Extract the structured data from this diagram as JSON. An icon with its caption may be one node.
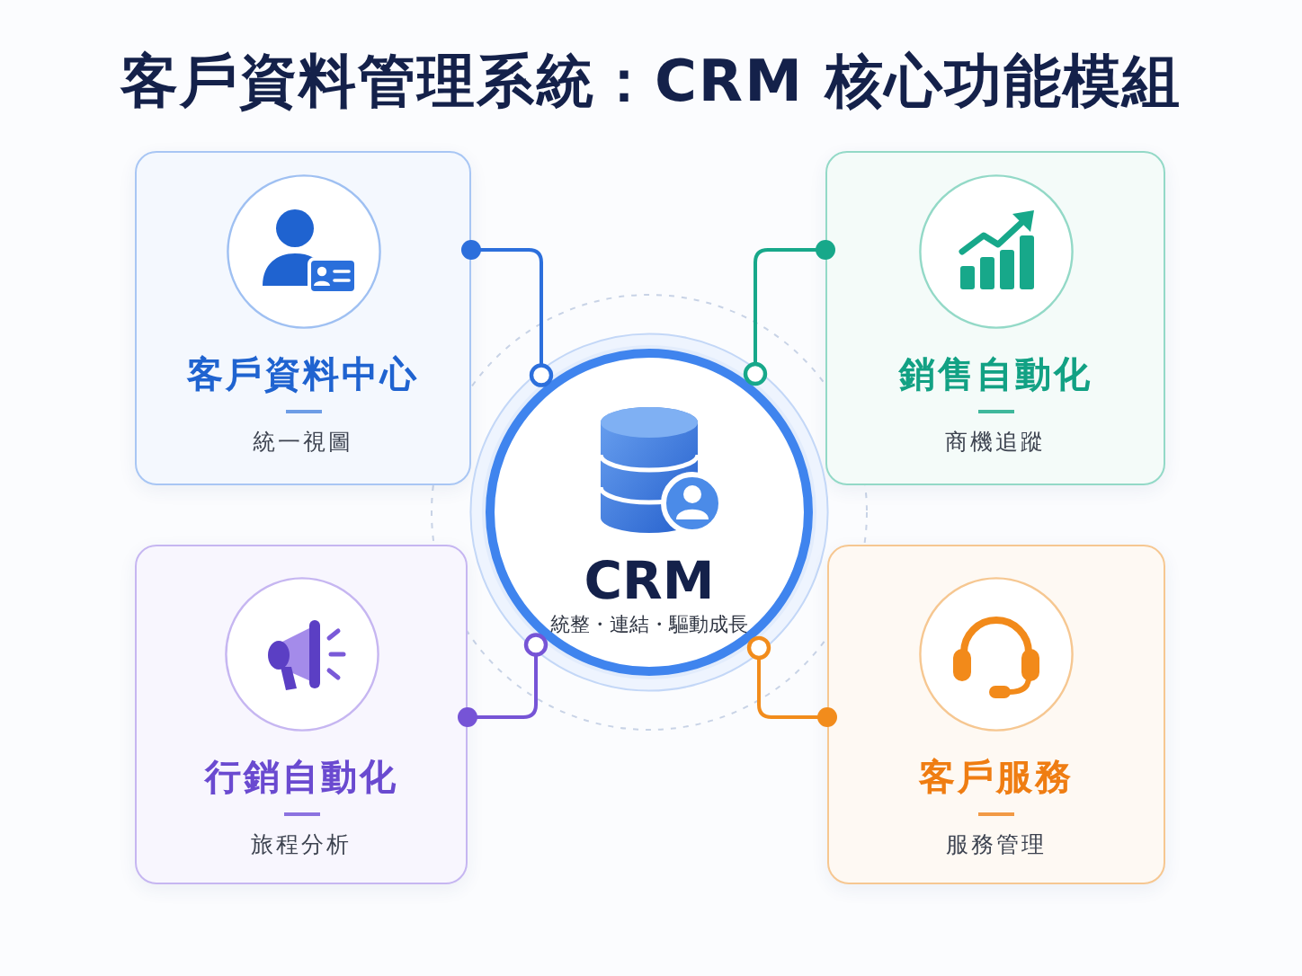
{
  "diagram": {
    "title": "客戶資料管理系統：CRM 核心功能模組",
    "nodes": [
      {
        "text": [
          "客戶資料中心",
          "統一視圖"
        ]
      },
      {
        "text": [
          "銷售自動化",
          "商機追蹤"
        ]
      },
      {
        "text": [
          "CRM",
          "統整・連結・驅動成長"
        ]
      },
      {
        "text": [
          "行銷自動化",
          "旅程分析"
        ]
      },
      {
        "text": [
          "客戶服務",
          "服務管理"
        ]
      }
    ],
    "edges": [
      {
        "from": 0,
        "to": 2,
        "arrow": "other",
        "color": "#2c6fdc"
      },
      {
        "from": 1,
        "to": 2,
        "arrow": "other",
        "color": "#17a88a"
      },
      {
        "from": 3,
        "to": 2,
        "arrow": "other",
        "color": "#7654d6"
      },
      {
        "from": 4,
        "to": 2,
        "arrow": "other",
        "color": "#f28c1c"
      }
    ]
  }
}
